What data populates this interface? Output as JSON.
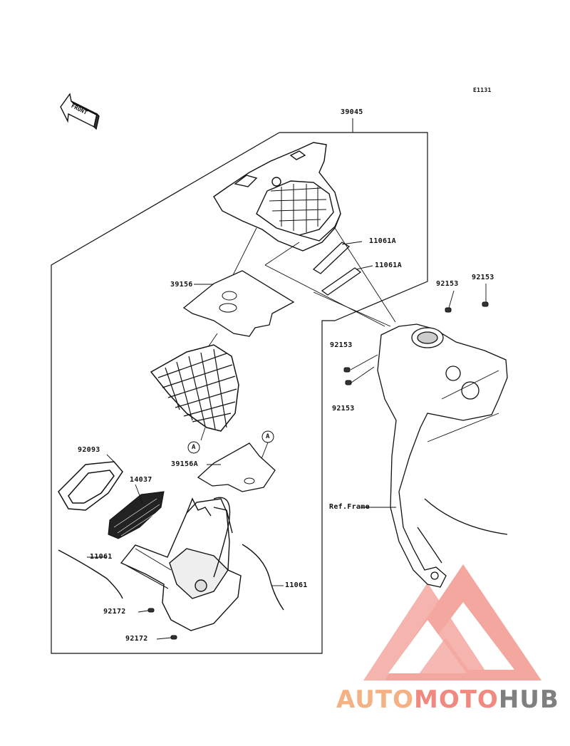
{
  "diagram_code": "E1131",
  "front_label": "FRONT",
  "callout_a": "A",
  "parts": {
    "p39045": "39045",
    "p11061A_1": "11061A",
    "p11061A_2": "11061A",
    "p92153_1": "92153",
    "p92153_2": "92153",
    "p92153_3": "92153",
    "p92153_4": "92153",
    "p39156": "39156",
    "p39156A": "39156A",
    "p92093": "92093",
    "p14037": "14037",
    "p11061_1": "11061",
    "p11061_2": "11061",
    "p92172_1": "92172",
    "p92172_2": "92172",
    "ref_frame": "Ref.Frame"
  },
  "watermark": {
    "part1": "AUTO",
    "part2": "MOTO",
    "part3": "HUB",
    "color_auto": "#f4b183",
    "color_moto": "#f08a80",
    "color_hub": "#7f7f7f"
  }
}
